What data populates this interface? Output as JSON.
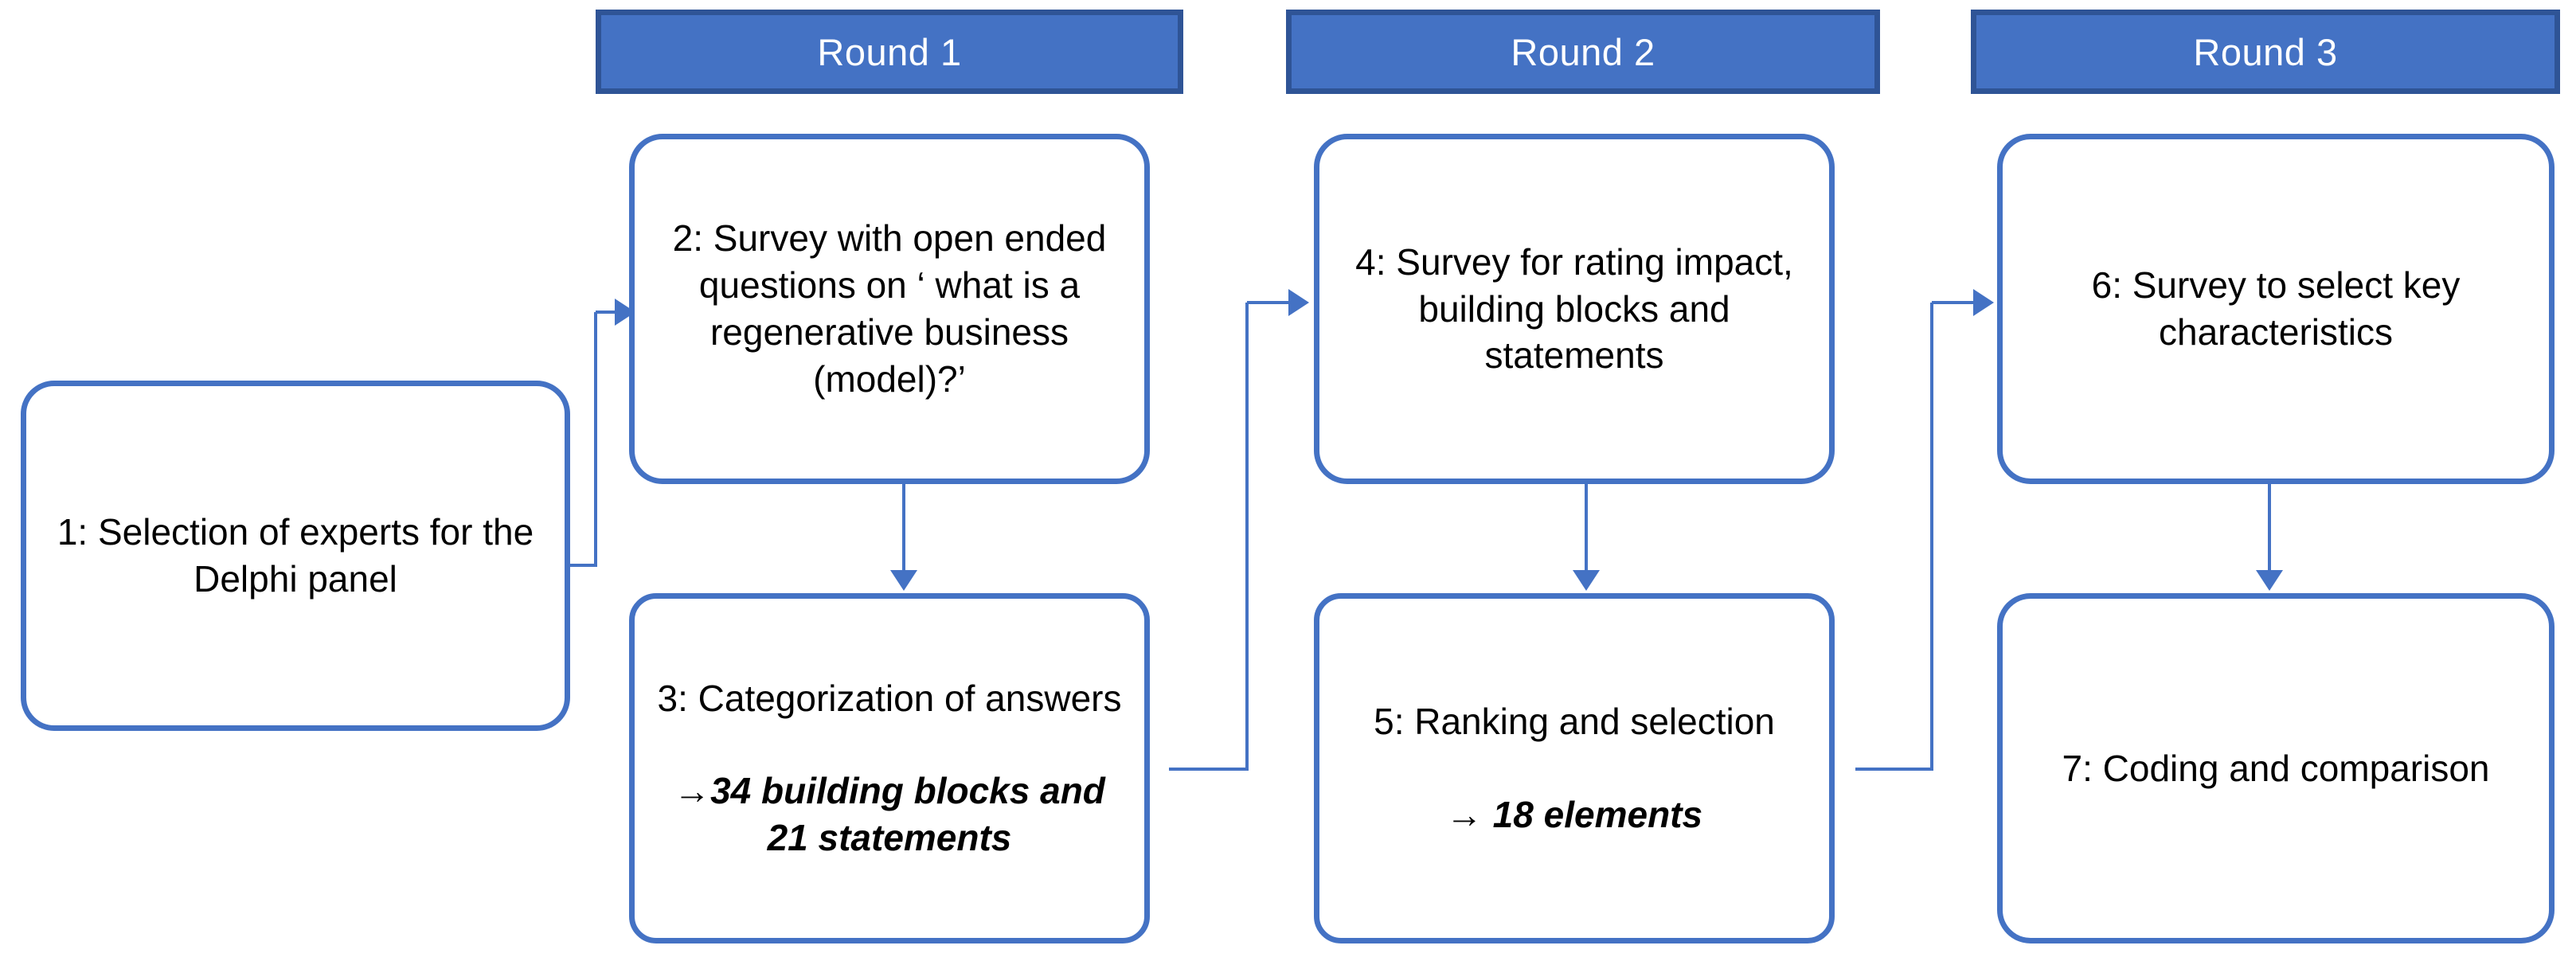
{
  "diagram": {
    "title": "Delphi study process",
    "accent_color": "#4472C4",
    "header_border_color": "#2F5496",
    "text_color": "#000000",
    "background_color": "#FFFFFF"
  },
  "round_headers": [
    {
      "label": "Round 1"
    },
    {
      "label": "Round 2"
    },
    {
      "label": "Round 3"
    }
  ],
  "nodes": [
    {
      "id": "step-1",
      "main": "1: Selection of experts for the Delphi panel",
      "sub": ""
    },
    {
      "id": "step-2",
      "main": "2: Survey with open ended questions on ‘ what is a regenerative business (model)?’",
      "sub": ""
    },
    {
      "id": "step-3",
      "main": "3: Categorization of answers",
      "sub": "→34 building blocks and 21 statements"
    },
    {
      "id": "step-4",
      "main": "4: Survey for rating impact, building blocks and statements",
      "sub": ""
    },
    {
      "id": "step-5",
      "main": "5: Ranking and selection",
      "sub": "→ 18 elements"
    },
    {
      "id": "step-6",
      "main": "6: Survey to select key characteristics",
      "sub": ""
    },
    {
      "id": "step-7",
      "main": "7: Coding and comparison",
      "sub": ""
    }
  ],
  "connectors": [
    {
      "from": "step-1",
      "to": "step-2",
      "kind": "elbow-up-right"
    },
    {
      "from": "step-2",
      "to": "step-3",
      "kind": "straight-down"
    },
    {
      "from": "step-3",
      "to": "step-4",
      "kind": "elbow-up-right"
    },
    {
      "from": "step-4",
      "to": "step-5",
      "kind": "straight-down"
    },
    {
      "from": "step-5",
      "to": "step-6",
      "kind": "elbow-up-right"
    },
    {
      "from": "step-6",
      "to": "step-7",
      "kind": "straight-down"
    }
  ]
}
